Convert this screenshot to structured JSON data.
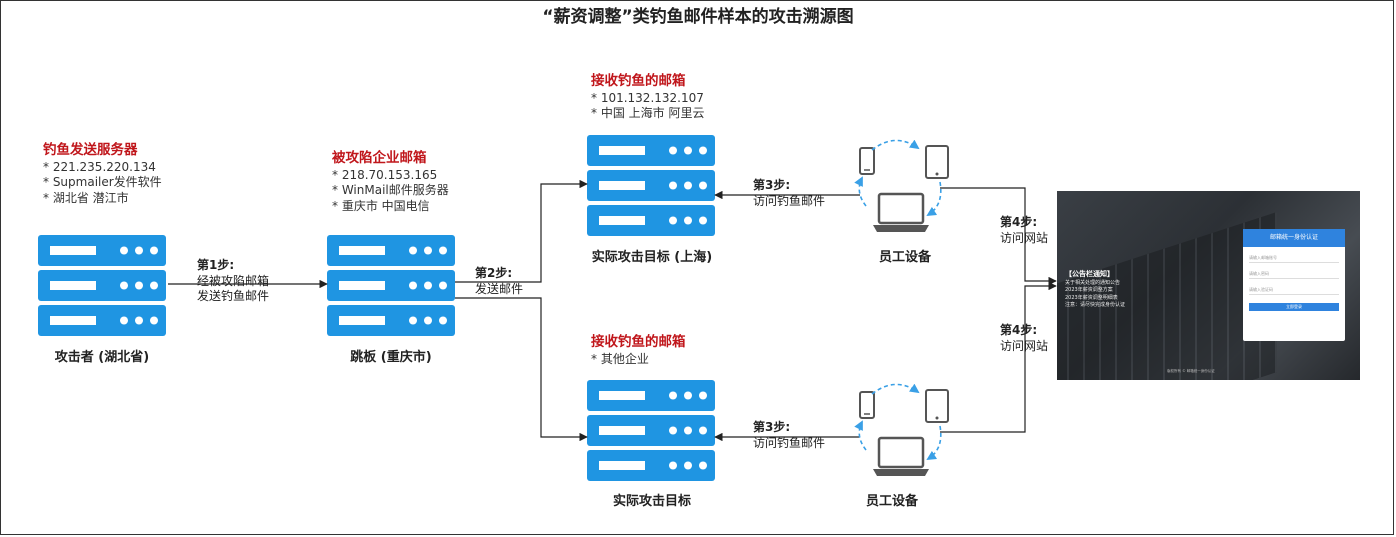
{
  "title": "“薪资调整”类钓鱼邮件样本的攻击溯源图",
  "attacker": {
    "heading": "钓鱼发送服务器",
    "lines": [
      "* 221.235.220.134",
      "* Supmailer发件软件",
      "* 湖北省 潜江市"
    ],
    "caption": "攻击者 (湖北省)"
  },
  "relay": {
    "heading": "被攻陷企业邮箱",
    "lines": [
      "* 218.70.153.165",
      "* WinMail邮件服务器",
      "* 重庆市 中国电信"
    ],
    "caption": "跳板 (重庆市)"
  },
  "target_top": {
    "heading": "接收钓鱼的邮箱",
    "lines": [
      "* 101.132.132.107",
      "* 中国 上海市 阿里云"
    ],
    "caption": "实际攻击目标 (上海)"
  },
  "target_bottom": {
    "heading": "接收钓鱼的邮箱",
    "lines": [
      "* 其他企业"
    ],
    "caption": "实际攻击目标"
  },
  "device_caption": "员工设备",
  "steps": {
    "s1_label": "第1步:",
    "s1_lines": [
      "经被攻陷邮箱",
      "发送钓鱼邮件"
    ],
    "s2_label": "第2步:",
    "s2_lines": [
      "发送邮件"
    ],
    "s3_label": "第3步:",
    "s3_lines": [
      "访问钓鱼邮件"
    ],
    "s4_label": "第4步:",
    "s4_lines": [
      "访问网站"
    ]
  },
  "phish_site": {
    "notice_title": "【公告栏通知】",
    "notice_lines": [
      "关于相关处理的通知公告",
      "2023年薪资调整方案",
      "2023年薪资调整明细表",
      "注意：请尽快完成身份认证"
    ],
    "login_header": "邮箱统一身份认证",
    "field_user": "请输入邮箱账号",
    "field_pass": "请输入密码",
    "field_captcha": "请输入验证码",
    "login_button": "立即登录",
    "footer": "版权所有 © 邮箱统一身份认证"
  },
  "colors": {
    "server_blue": "#1f95e2",
    "heading_red": "#c0161b",
    "arrow": "#222222",
    "cycle_dashed": "#3aa0e6",
    "device_gray": "#555555"
  },
  "icons": [
    "server-icon",
    "phone-icon",
    "tablet-icon",
    "laptop-icon",
    "cycle-arrows-icon"
  ]
}
